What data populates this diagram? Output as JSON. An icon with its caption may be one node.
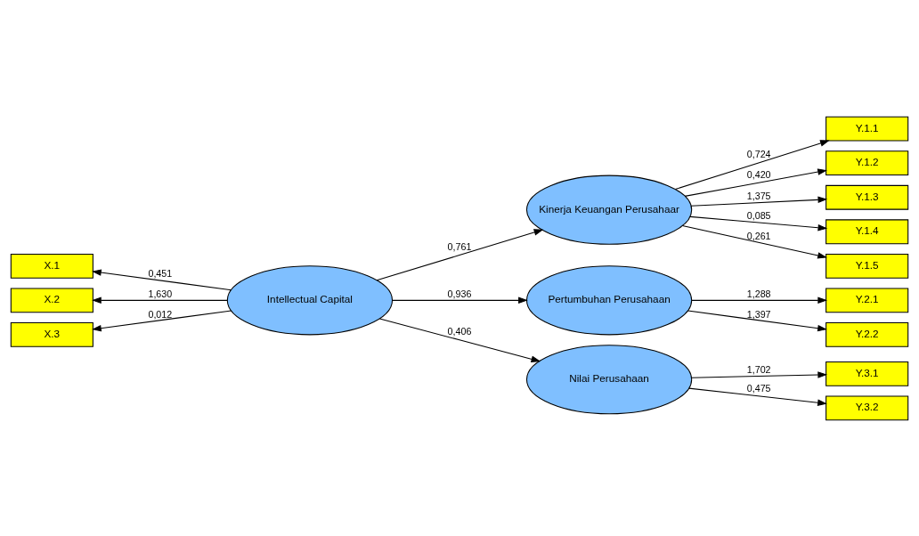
{
  "diagram": {
    "nodes": [
      {
        "text": [
          "Intellectual Capital"
        ]
      },
      {
        "text": [
          "X.1"
        ]
      },
      {
        "text": [
          "X.2"
        ]
      },
      {
        "text": [
          "X.3"
        ]
      },
      {
        "text": [
          "Kinerja Keuangan Perusahaar"
        ]
      },
      {
        "text": [
          "Y.1.1"
        ]
      },
      {
        "text": [
          "Y.1.2"
        ]
      },
      {
        "text": [
          "Y.1.3"
        ]
      },
      {
        "text": [
          "Y.1.4"
        ]
      },
      {
        "text": [
          "Y.1.5"
        ]
      },
      {
        "text": [
          "Pertumbuhan Perusahaan"
        ]
      },
      {
        "text": [
          "Y.2.1"
        ]
      },
      {
        "text": [
          "Y.2.2"
        ]
      },
      {
        "text": [
          "Nilai Perusahaan"
        ]
      },
      {
        "text": [
          "Y.3.1"
        ]
      },
      {
        "text": [
          "Y.3.2"
        ]
      }
    ],
    "edges": [
      {
        "from": 0,
        "to": 1,
        "arrow": "to",
        "label": "0,451"
      },
      {
        "from": 0,
        "to": 2,
        "arrow": "to",
        "label": "1,630"
      },
      {
        "from": 0,
        "to": 3,
        "arrow": "to",
        "label": "0,012"
      },
      {
        "from": 0,
        "to": 4,
        "arrow": "to",
        "label": "0,761"
      },
      {
        "from": 0,
        "to": 10,
        "arrow": "to",
        "label": "0,936"
      },
      {
        "from": 0,
        "to": 13,
        "arrow": "to",
        "label": "0,406"
      },
      {
        "from": 4,
        "to": 5,
        "arrow": "to",
        "label": "0,724"
      },
      {
        "from": 4,
        "to": 6,
        "arrow": "to",
        "label": "0,420"
      },
      {
        "from": 4,
        "to": 7,
        "arrow": "to",
        "label": "1,375"
      },
      {
        "from": 4,
        "to": 8,
        "arrow": "to",
        "label": "0,085"
      },
      {
        "from": 4,
        "to": 9,
        "arrow": "to",
        "label": "0,261"
      },
      {
        "from": 10,
        "to": 11,
        "arrow": "to",
        "label": "1,288"
      },
      {
        "from": 10,
        "to": 12,
        "arrow": "to",
        "label": "1,397"
      },
      {
        "from": 13,
        "to": 14,
        "arrow": "to",
        "label": "1,702"
      },
      {
        "from": 13,
        "to": 15,
        "arrow": "to",
        "label": "0,475"
      }
    ]
  }
}
